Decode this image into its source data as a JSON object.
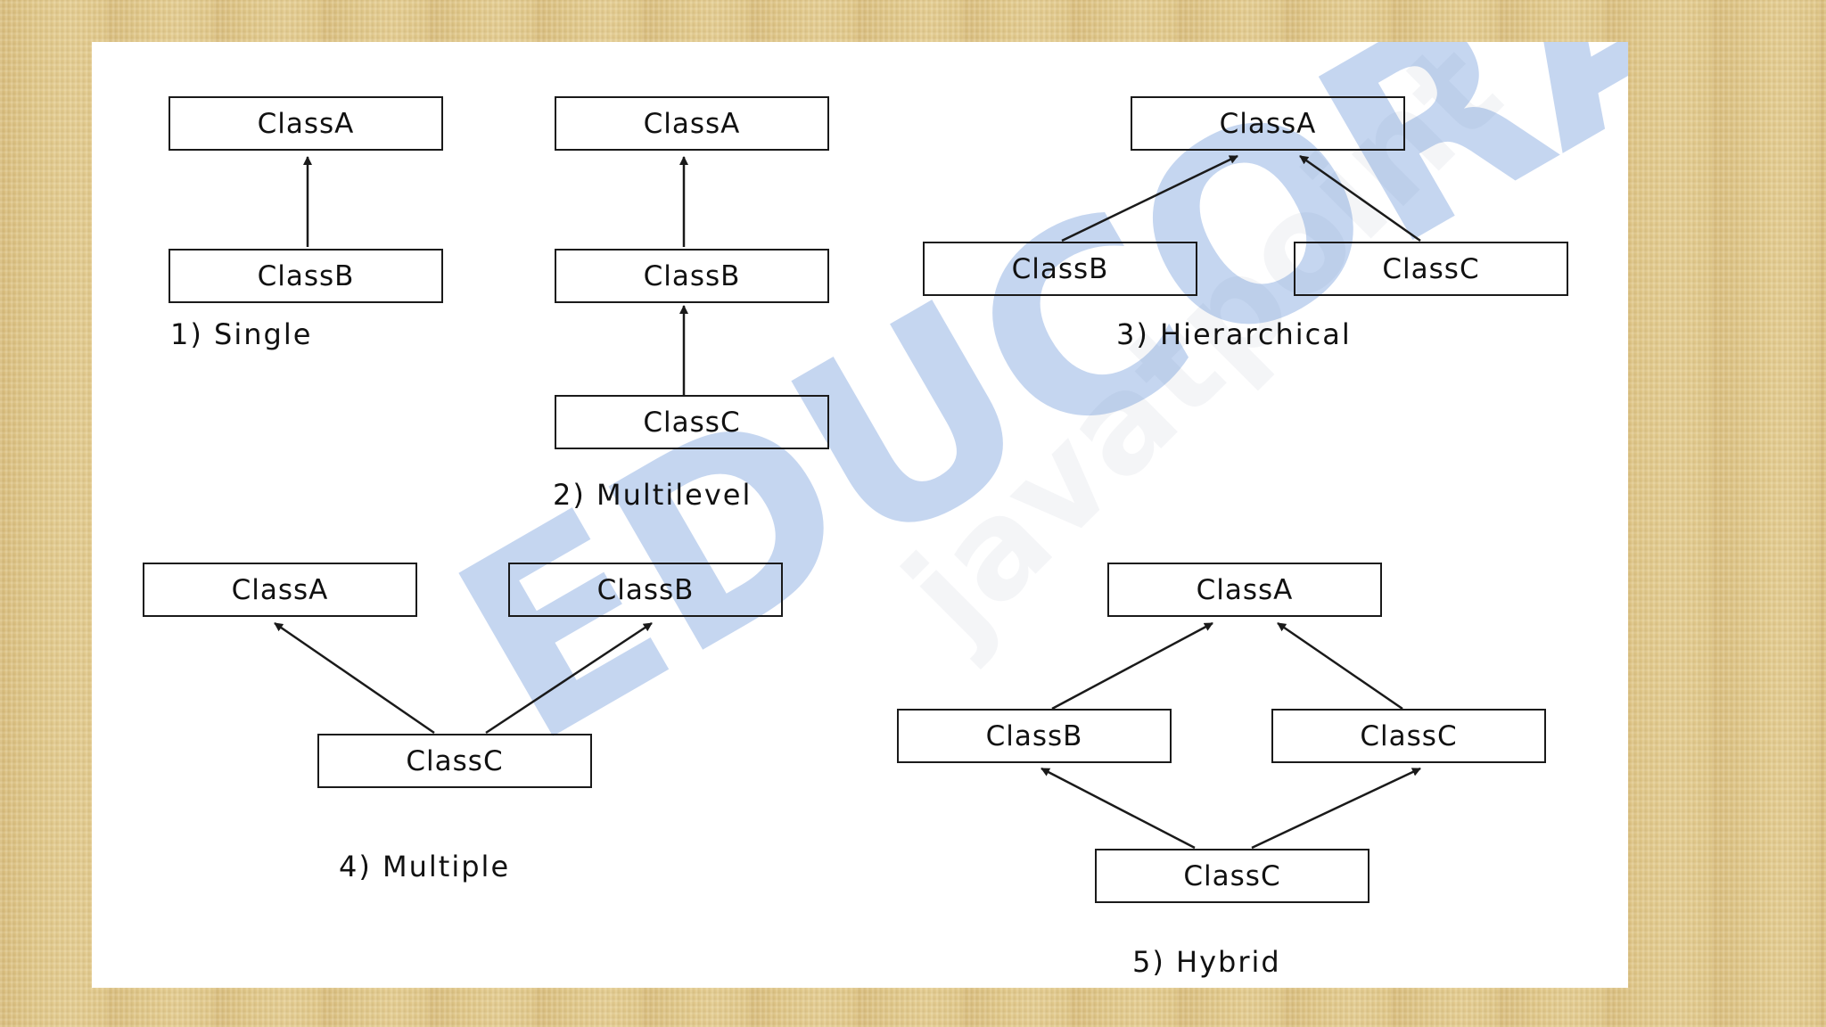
{
  "watermark": {
    "main": "EDUCORAPP",
    "faint": "javatpoint"
  },
  "diagrams": {
    "single": {
      "caption": "1)  Single",
      "class_a": "ClassA",
      "class_b": "ClassB"
    },
    "multilevel": {
      "caption": "2) Multilevel",
      "class_a": "ClassA",
      "class_b": "ClassB",
      "class_c": "ClassC"
    },
    "hierarchical": {
      "caption": "3) Hierarchical",
      "class_a": "ClassA",
      "class_b": "ClassB",
      "class_c": "ClassC"
    },
    "multiple": {
      "caption": "4)  Multiple",
      "class_a": "ClassA",
      "class_b": "ClassB",
      "class_c": "ClassC"
    },
    "hybrid": {
      "caption": "5) Hybrid",
      "class_a": "ClassA",
      "class_b": "ClassB",
      "class_c_mid": "ClassC",
      "class_c_bottom": "ClassC"
    }
  },
  "edges": [
    {
      "from": "single.class_b",
      "to": "single.class_a"
    },
    {
      "from": "multilevel.class_b",
      "to": "multilevel.class_a"
    },
    {
      "from": "multilevel.class_c",
      "to": "multilevel.class_b"
    },
    {
      "from": "hierarchical.class_b",
      "to": "hierarchical.class_a"
    },
    {
      "from": "hierarchical.class_c",
      "to": "hierarchical.class_a"
    },
    {
      "from": "multiple.class_c",
      "to": "multiple.class_a"
    },
    {
      "from": "multiple.class_c",
      "to": "multiple.class_b"
    },
    {
      "from": "hybrid.class_b",
      "to": "hybrid.class_a"
    },
    {
      "from": "hybrid.class_c_mid",
      "to": "hybrid.class_a"
    },
    {
      "from": "hybrid.class_c_bottom",
      "to": "hybrid.class_b"
    },
    {
      "from": "hybrid.class_c_bottom",
      "to": "hybrid.class_c_mid"
    }
  ],
  "colors": {
    "background": "#e2c98a",
    "panel": "#ffffff",
    "line": "#1a1a1a",
    "watermark": "#5082d2"
  }
}
